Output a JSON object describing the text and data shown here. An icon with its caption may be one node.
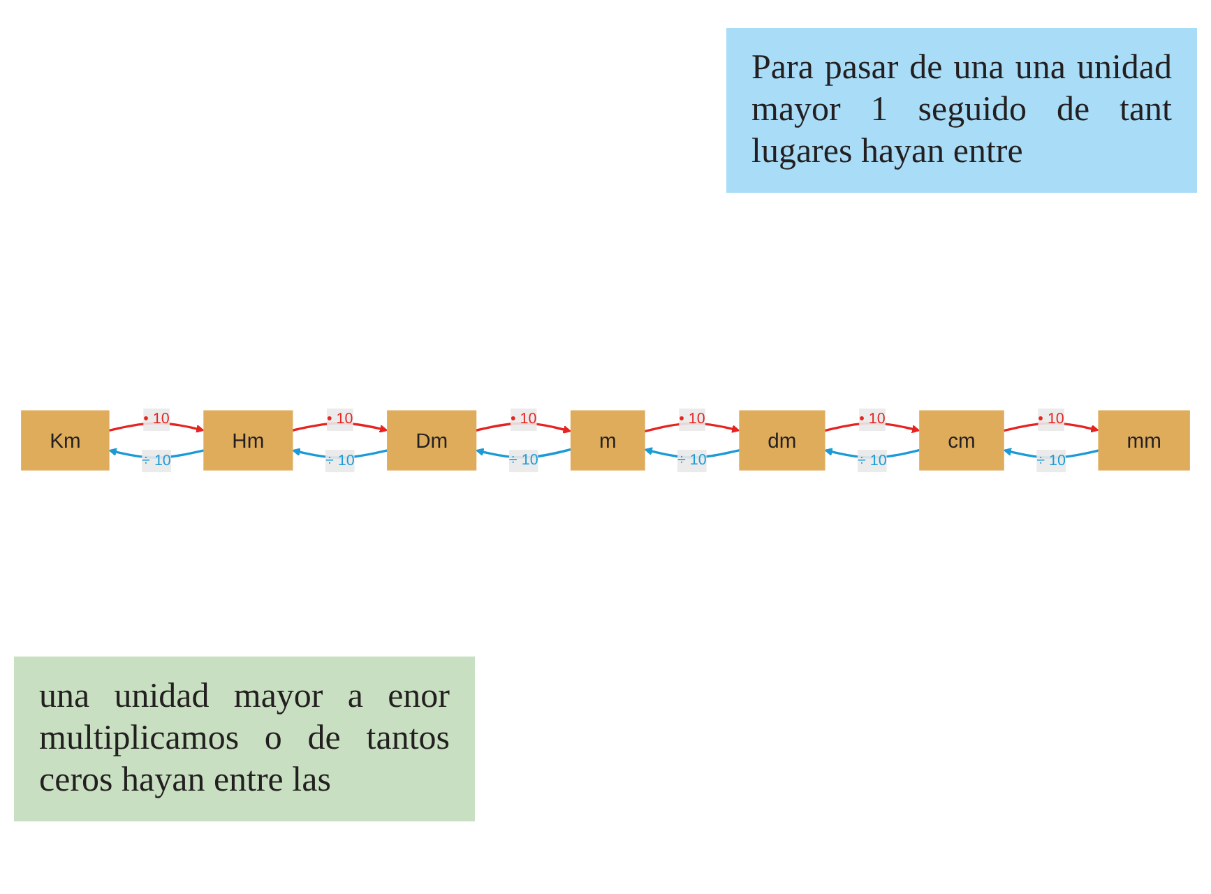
{
  "diagram": {
    "nodes": [
      {
        "text": [
          "Km"
        ]
      },
      {
        "text": [
          "Hm"
        ]
      },
      {
        "text": [
          "Dm"
        ]
      },
      {
        "text": [
          "m"
        ]
      },
      {
        "text": [
          "dm"
        ]
      },
      {
        "text": [
          "cm"
        ]
      },
      {
        "text": [
          "mm"
        ]
      }
    ],
    "edges": [
      {
        "from": 1,
        "to": 0,
        "arrow": "to",
        "label": "÷ 10",
        "color": "#1b9ad6"
      },
      {
        "from": 2,
        "to": 1,
        "arrow": "to",
        "label": "÷ 10",
        "color": "#1b9ad6"
      },
      {
        "from": 3,
        "to": 2,
        "arrow": "to",
        "label": "÷ 10",
        "color": "#1b9ad6"
      },
      {
        "from": 4,
        "to": 3,
        "arrow": "to",
        "label": "÷ 10",
        "color": "#1b9ad6"
      },
      {
        "from": 5,
        "to": 4,
        "arrow": "to",
        "label": "÷ 10",
        "color": "#1b9ad6"
      },
      {
        "from": 6,
        "to": 5,
        "arrow": "to",
        "label": "÷ 10",
        "color": "#1b9ad6"
      },
      {
        "from": 0,
        "to": 1,
        "arrow": "to",
        "label": "• 10",
        "color": "#e52421"
      },
      {
        "from": 1,
        "to": 2,
        "arrow": "to",
        "label": "• 10",
        "color": "#e52421"
      },
      {
        "from": 2,
        "to": 3,
        "arrow": "to",
        "label": "• 10",
        "color": "#e52421"
      },
      {
        "from": 3,
        "to": 4,
        "arrow": "to",
        "label": "• 10",
        "color": "#e52421"
      },
      {
        "from": 4,
        "to": 5,
        "arrow": "to",
        "label": "• 10",
        "color": "#e52421"
      },
      {
        "from": 5,
        "to": 6,
        "arrow": "to",
        "label": "• 10",
        "color": "#e52421"
      }
    ],
    "labels": [
      "Para pasar de una una unidad mayor 1 seguido de tant lugares hayan entre",
      "una unidad mayor a enor multiplicamos o de tantos ceros hayan entre las"
    ]
  }
}
